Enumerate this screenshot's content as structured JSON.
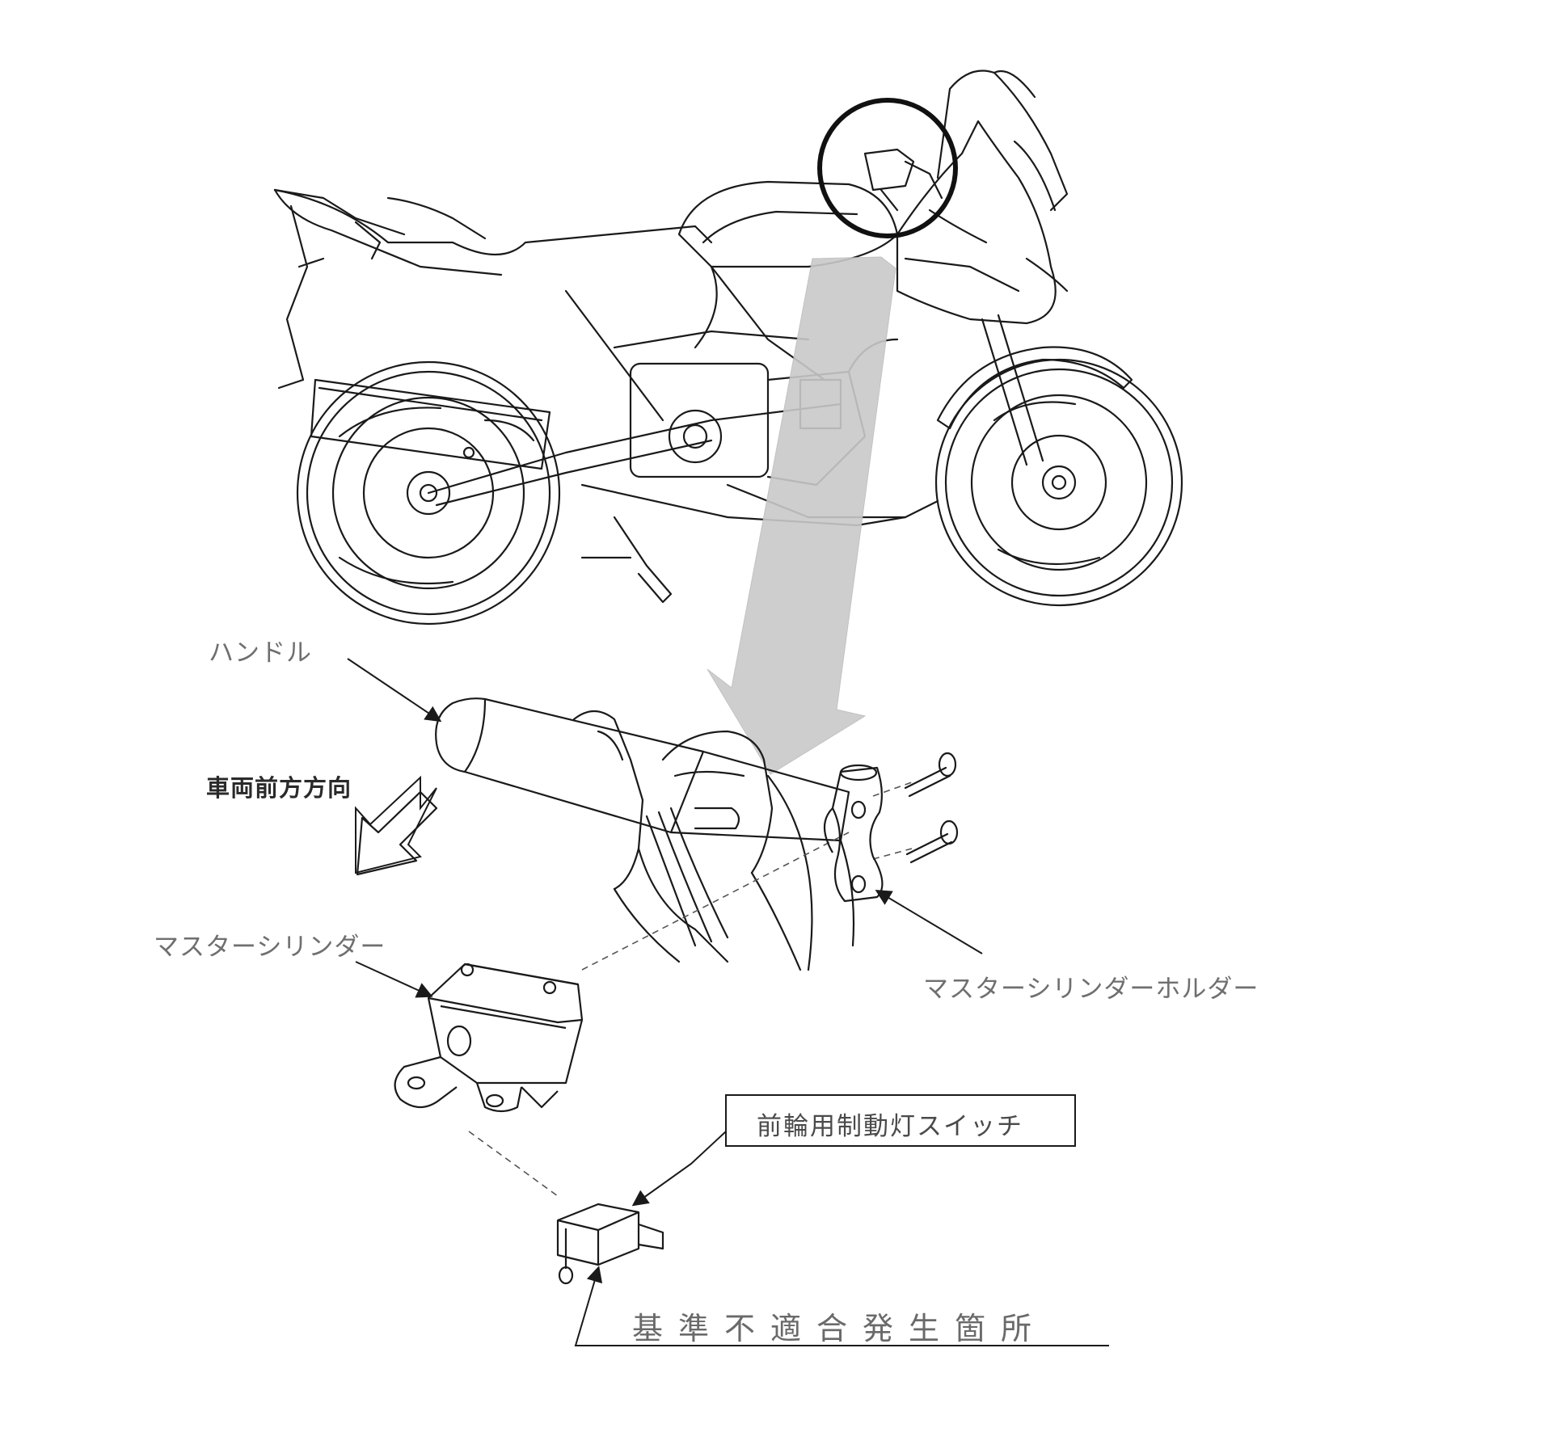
{
  "labels": {
    "handle": "ハンドル",
    "vehicle_front_direction": "車両前方方向",
    "master_cylinder": "マスターシリンダー",
    "master_cylinder_holder": "マスターシリンダーホルダー",
    "front_brake_light_switch": "前輪用制動灯スイッチ",
    "nonconformity_location": "基準不適合発生箇所"
  },
  "colors": {
    "line": "#1a1a1a",
    "zoom_arrow": "#c9c9c9",
    "text_muted": "#6f6f6f"
  }
}
